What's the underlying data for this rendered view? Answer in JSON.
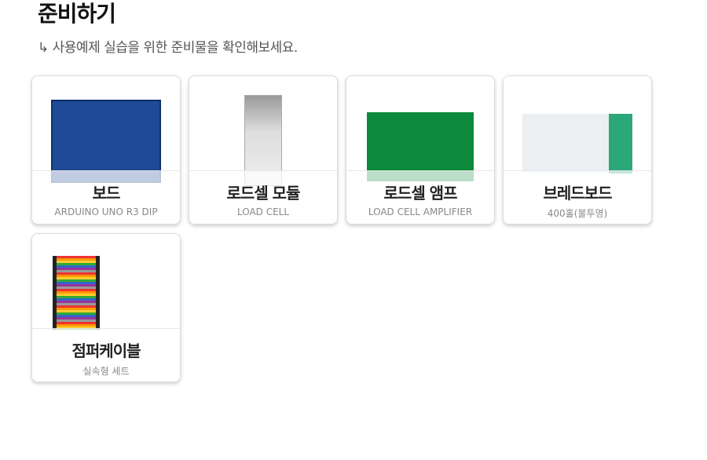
{
  "header": {
    "title": "준비하기",
    "subtitle": "↳ 사용예제 실습을 위한 준비물을 확인해보세요."
  },
  "items": [
    {
      "name": "보드",
      "desc": "ARDUINO UNO R3 DIP"
    },
    {
      "name": "로드셀 모듈",
      "desc": "LOAD CELL"
    },
    {
      "name": "로드셀 앰프",
      "desc": "LOAD CELL AMPLIFIER"
    },
    {
      "name": "브레드보드",
      "desc": "400홀(불투명)"
    },
    {
      "name": "점퍼케이블",
      "desc": "실속형 세트"
    }
  ]
}
